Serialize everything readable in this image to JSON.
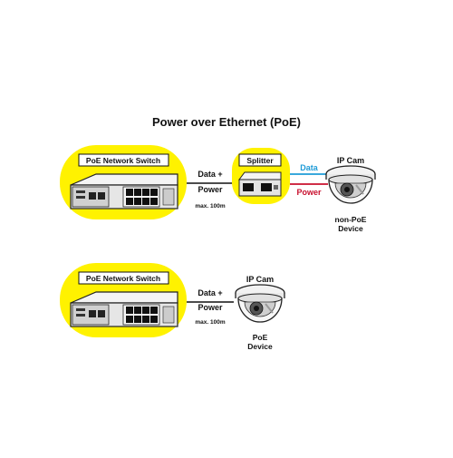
{
  "title": "Power over Ethernet (PoE)",
  "colors": {
    "highlight_yellow": "#fff200",
    "data_line": "#1e9bd7",
    "power_line": "#c8102e",
    "ink": "#111111"
  },
  "diagram1": {
    "switch_label": "PoE Network Switch",
    "link_top": "Data +",
    "link_bottom": "Power",
    "link_note": "max. 100m",
    "splitter_label": "Splitter",
    "data_label": "Data",
    "power_label": "Power",
    "camera_label": "IP Cam",
    "device_line1": "non-PoE",
    "device_line2": "Device",
    "icons": [
      "network-switch-icon",
      "splitter-icon",
      "dome-camera-icon"
    ]
  },
  "diagram2": {
    "switch_label": "PoE Network Switch",
    "link_top": "Data +",
    "link_bottom": "Power",
    "link_note": "max. 100m",
    "camera_label": "IP Cam",
    "device_line1": "PoE",
    "device_line2": "Device",
    "icons": [
      "network-switch-icon",
      "dome-camera-icon"
    ]
  }
}
